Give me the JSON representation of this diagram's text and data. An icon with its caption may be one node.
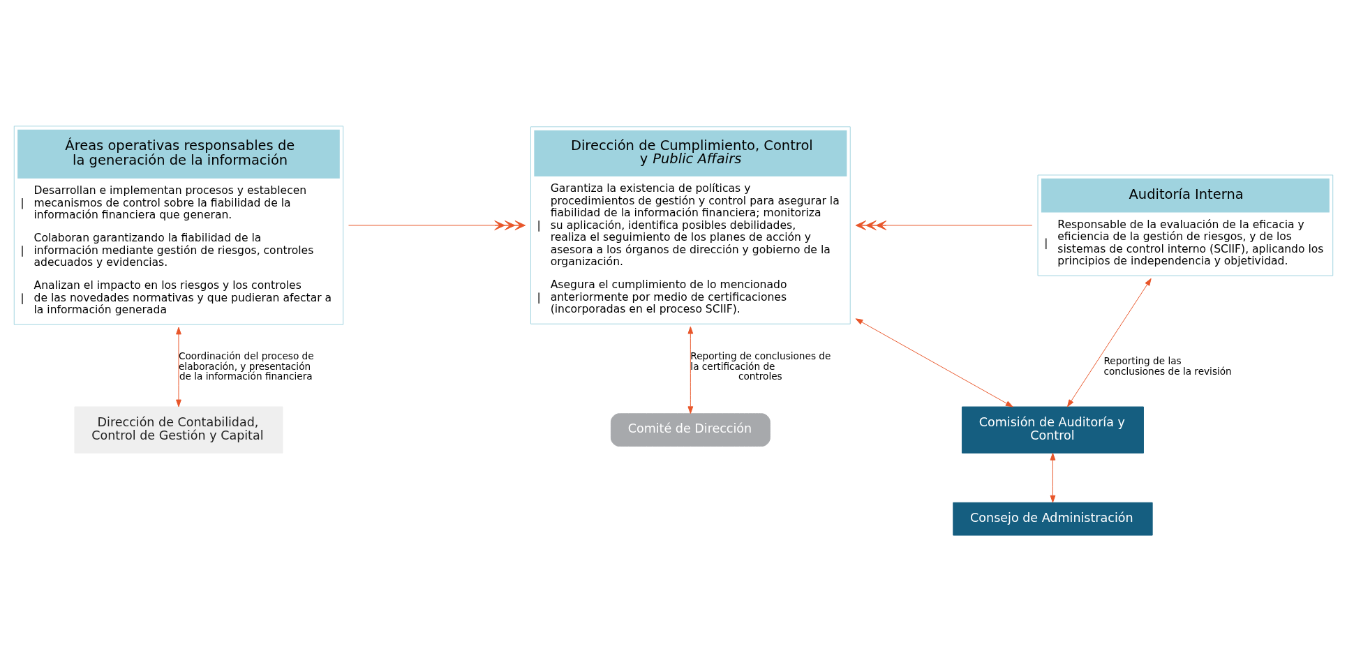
{
  "diagram": {
    "nodes": [
      {
        "text": [
          "Áreas operativas responsables de la generación de la información",
          "Desarrollan e implementan procesos y establecen mecanismos de control sobre la fiabilidad de la información financiera que generan.",
          "Colaboran garantizando la fiabilidad de la información mediante gestión de riesgos, controles adecuados y evidencias.",
          "Analizan el impacto en los riesgos y los controles de las novedades normativas y que pudieran afectar a la información generada"
        ]
      },
      {
        "text": [
          "Dirección de Cumplimiento, Control y *Public Affairs*",
          "Garantiza la existencia de políticas y procedimientos de gestión y control para asegurar la fiabilidad de la información financiera; monitoriza su aplicación, identifica posibles debilidades, realiza el seguimiento de los planes de acción y asesora a los órganos de dirección y gobierno de la organización.",
          "Asegura el cumplimiento de lo mencionado anteriormente por medio de certificaciones (incorporadas en el proceso SCIIF)."
        ]
      },
      {
        "text": [
          "Auditoría Interna",
          "Responsable de la evaluación de la eficacia y eficiencia de la gestión de riesgos, y de los sistemas de control interno (SCIIF), aplicando los principios de independencia y objetividad."
        ]
      },
      {
        "text": [
          "Dirección de Contabilidad, Control de Gestión y Capital"
        ]
      },
      {
        "text": [
          "Comité de Dirección"
        ]
      },
      {
        "text": [
          "Comisión de Auditoría y Control"
        ]
      },
      {
        "text": [
          "Consejo de Administración"
        ]
      }
    ],
    "edges": [
      {
        "from": 0,
        "to": 1,
        "arrow": "to"
      },
      {
        "from": 2,
        "to": 1,
        "arrow": "to"
      },
      {
        "from": 0,
        "to": 3,
        "arrow": "both",
        "label": "Coordinación del proceso de elaboración, y presentación de la información financiera"
      },
      {
        "from": 1,
        "to": 4,
        "arrow": "both",
        "label": "Reporting de conclusiones de la certificación de controles"
      },
      {
        "from": 1,
        "to": 5,
        "arrow": "both"
      },
      {
        "from": 2,
        "to": 5,
        "arrow": "both",
        "label": "Reporting de las conclusiones de la revisión"
      },
      {
        "from": 5,
        "to": 6,
        "arrow": "both"
      }
    ]
  }
}
